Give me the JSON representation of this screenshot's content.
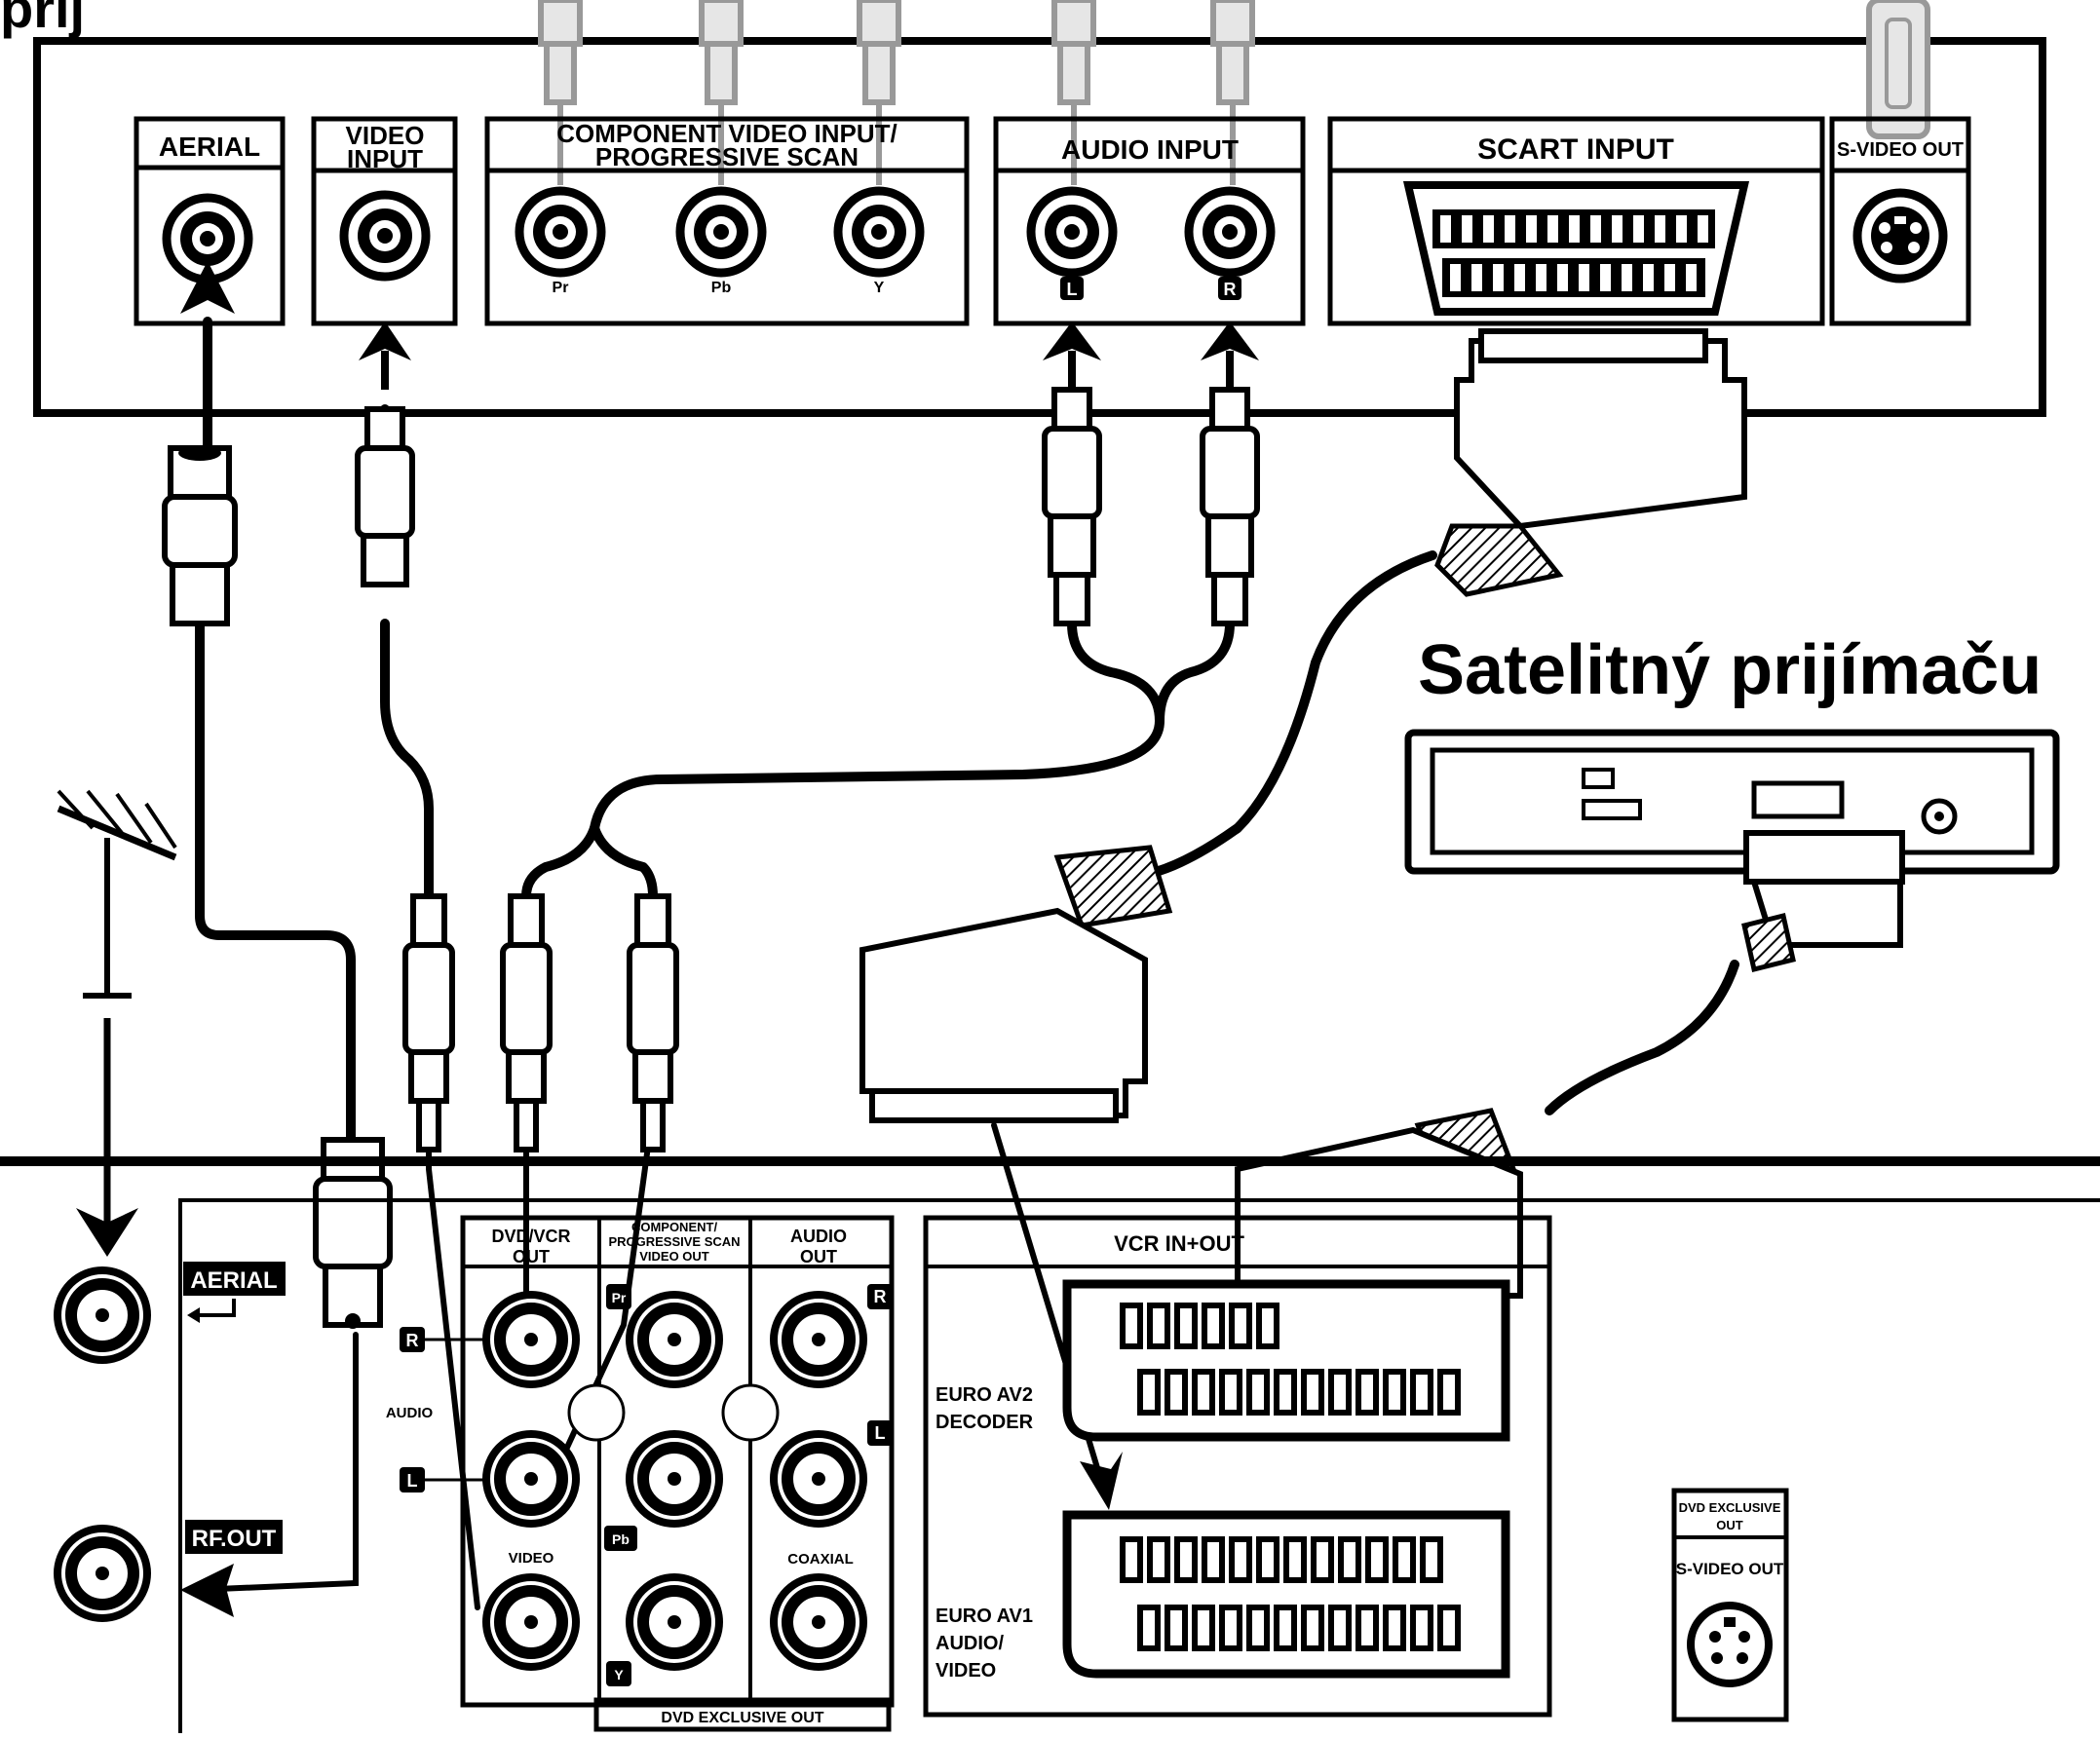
{
  "title_fragment": "prij",
  "satellite_title": "Satelitný prijímaču",
  "top_panel": {
    "aerial": "AERIAL",
    "video_input_1": "VIDEO",
    "video_input_2": "INPUT",
    "component_1": "COMPONENT VIDEO INPUT/",
    "component_2": "PROGRESSIVE SCAN",
    "pr": "Pr",
    "pb": "Pb",
    "y": "Y",
    "audio_input": "AUDIO INPUT",
    "audio_l": "L",
    "audio_r": "R",
    "scart_input": "SCART INPUT",
    "svideo_out": "S-VIDEO OUT"
  },
  "bottom_panel": {
    "aerial": "AERIAL",
    "rf_out": "RF.OUT",
    "dvd_vcr_out_1": "DVD/VCR",
    "dvd_vcr_out_2": "OUT",
    "component_out_1": "COMPONENT/",
    "component_out_2": "PROGRESSIVE SCAN",
    "component_out_3": "VIDEO OUT",
    "audio_out_1": "AUDIO",
    "audio_out_2": "OUT",
    "r": "R",
    "l": "L",
    "audio": "AUDIO",
    "video": "VIDEO",
    "pr": "Pr",
    "pb": "Pb",
    "y": "Y",
    "coaxial": "COAXIAL",
    "dvd_exclusive_out": "DVD EXCLUSIVE OUT",
    "vcr_in_out": "VCR IN+OUT",
    "euro_av2_1": "EURO AV2",
    "euro_av2_2": "DECODER",
    "euro_av1_1": "EURO AV1",
    "euro_av1_2": "AUDIO/",
    "euro_av1_3": "VIDEO",
    "dvd_exclusive_out_small_1": "DVD EXCLUSIVE",
    "dvd_exclusive_out_small_2": "OUT",
    "svideo_out": "S-VIDEO OUT"
  }
}
